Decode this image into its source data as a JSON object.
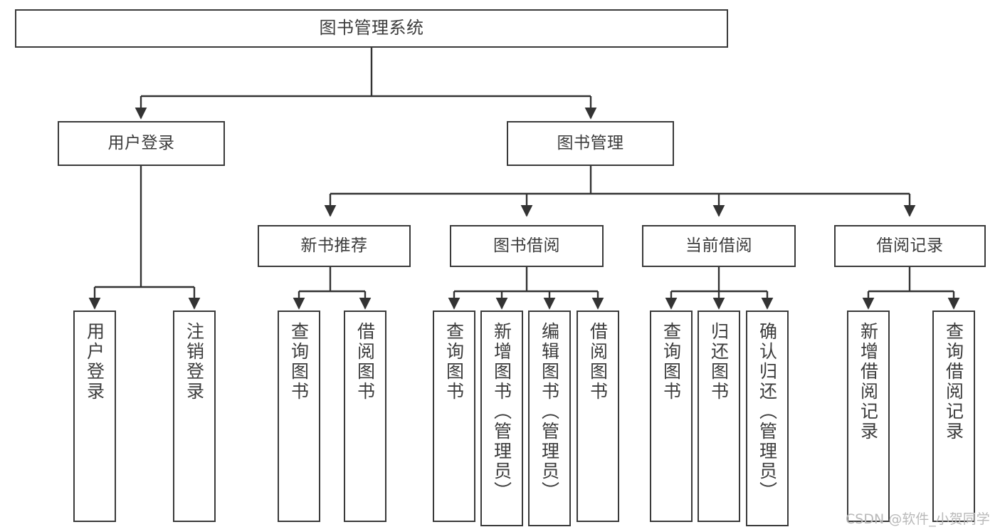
{
  "diagram": {
    "type": "tree",
    "title": "图书管理系统",
    "orientation": "top-down",
    "colors": {
      "box_border": "#3a3a3a",
      "box_fill": "#ffffff",
      "text": "#3c3c3c",
      "edge": "#333333",
      "watermark": "#b9b9b9",
      "background": "#ffffff"
    },
    "watermark": "CSDN @软件_小贺同学",
    "nodes": {
      "root": {
        "label": "图书管理系统",
        "level": 0
      },
      "l1": [
        {
          "id": "user-login",
          "label": "用户登录"
        },
        {
          "id": "book-manage",
          "label": "图书管理"
        }
      ],
      "l2": [
        {
          "id": "new-book-rec",
          "label": "新书推荐",
          "parent": "book-manage"
        },
        {
          "id": "book-borrow",
          "label": "图书借阅",
          "parent": "book-manage"
        },
        {
          "id": "current-borrow",
          "label": "当前借阅",
          "parent": "book-manage"
        },
        {
          "id": "borrow-record",
          "label": "借阅记录",
          "parent": "book-manage"
        }
      ],
      "leaves": [
        {
          "id": "leaf-user-login",
          "label": "用户登录",
          "parent": "user-login"
        },
        {
          "id": "leaf-logout",
          "label": "注销登录",
          "parent": "user-login"
        },
        {
          "id": "leaf-query-book-1",
          "label": "查询图书",
          "parent": "new-book-rec"
        },
        {
          "id": "leaf-borrow-book-1",
          "label": "借阅图书",
          "parent": "new-book-rec"
        },
        {
          "id": "leaf-query-book-2",
          "label": "查询图书",
          "parent": "book-borrow"
        },
        {
          "id": "leaf-add-book",
          "label": "新增图书（管理员）",
          "parent": "book-borrow"
        },
        {
          "id": "leaf-edit-book",
          "label": "编辑图书（管理员）",
          "parent": "book-borrow"
        },
        {
          "id": "leaf-borrow-book-2",
          "label": "借阅图书",
          "parent": "book-borrow"
        },
        {
          "id": "leaf-query-book-3",
          "label": "查询图书",
          "parent": "current-borrow"
        },
        {
          "id": "leaf-return-book",
          "label": "归还图书",
          "parent": "current-borrow"
        },
        {
          "id": "leaf-confirm-return",
          "label": "确认归还（管理员）",
          "parent": "current-borrow"
        },
        {
          "id": "leaf-add-record",
          "label": "新增借阅记录",
          "parent": "borrow-record"
        },
        {
          "id": "leaf-query-record",
          "label": "查询借阅记录",
          "parent": "borrow-record"
        }
      ]
    }
  }
}
